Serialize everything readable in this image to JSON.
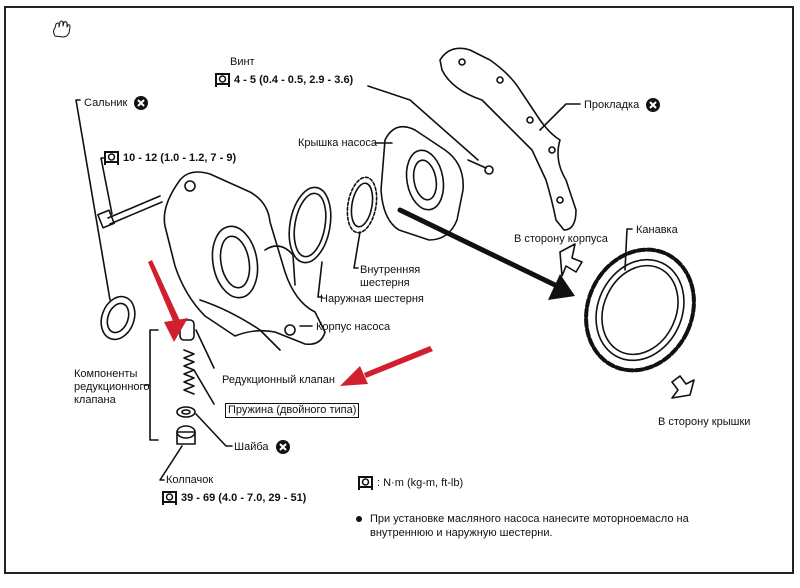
{
  "parts": {
    "screw": {
      "label": "Винт",
      "torque": "4 - 5 (0.4 - 0.5, 2.9 - 3.6)"
    },
    "oil_seal": {
      "label": "Сальник",
      "replace_icon": "x-circle-icon"
    },
    "bolt": {
      "torque": "10 - 12 (1.0 - 1.2, 7 - 9)"
    },
    "gasket": {
      "label": "Прокладка",
      "replace_icon": "x-circle-icon"
    },
    "pump_cover": {
      "label": "Крышка насоса"
    },
    "inner_gear": {
      "label_line1": "Внутренняя",
      "label_line2": "шестерня"
    },
    "outer_gear": {
      "label": "Наружная шестерня"
    },
    "pump_body": {
      "label": "Корпус насоса"
    },
    "groove": {
      "label": "Канавка"
    },
    "toward_body": {
      "label": "В сторону корпуса"
    },
    "toward_cover": {
      "label": "В сторону крышки"
    },
    "relief_components": {
      "line1": "Компоненты",
      "line2": "редукционного",
      "line3": "клапана"
    },
    "relief_valve": {
      "label": "Редукционный клапан"
    },
    "spring": {
      "label": "Пружина (двойного типа)"
    },
    "washer": {
      "label": "Шайба",
      "replace_icon": "x-circle-icon"
    },
    "cap": {
      "label": "Колпачок",
      "torque": "39 - 69 (4.0 - 7.0, 29 - 51)"
    }
  },
  "legend": {
    "units": ": N·m (kg-m, ft-lb)"
  },
  "note": {
    "line1": "При установке масляного насоса нанесите моторноемасло на",
    "line2": "внутреннюю и наружную шестерни."
  },
  "colors": {
    "highlight_arrow": "#d0202e",
    "ink": "#111111"
  }
}
